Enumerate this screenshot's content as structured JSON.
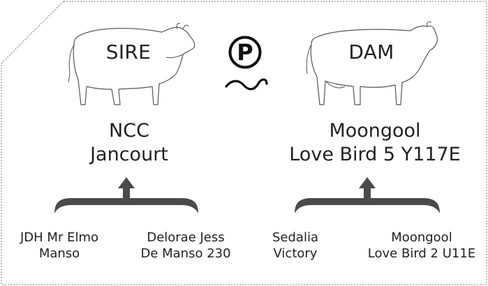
{
  "sire": {
    "label": "SIRE",
    "name_line1": "NCC",
    "name_line2": "Jancourt",
    "parents": [
      {
        "line1": "JDH Mr Elmo",
        "line2": "Manso"
      },
      {
        "line1": "Delorae Jess",
        "line2": "De Manso 230"
      }
    ]
  },
  "dam": {
    "label": "DAM",
    "name_line1": "Moongool",
    "name_line2": "Love Bird 5 Y117E",
    "parents": [
      {
        "line1": "Sedalia",
        "line2": "Victory"
      },
      {
        "line1": "Moongool",
        "line2": "Love Bird 2 U11E"
      }
    ]
  },
  "brand": {
    "logo_letter": "P",
    "logo_icon": "polled-brand-icon"
  },
  "colors": {
    "text": "#222222",
    "bracket": "#4a4a4a",
    "outline": "#555555",
    "frame": "#777777"
  }
}
